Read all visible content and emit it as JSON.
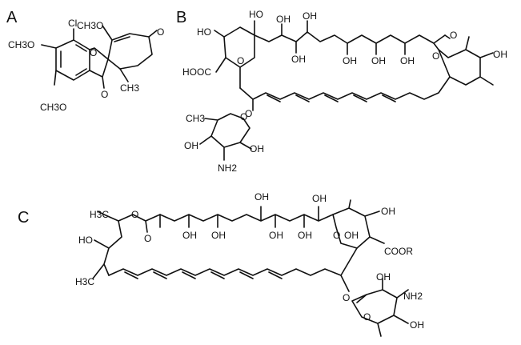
{
  "panels": {
    "a": {
      "letter": "A",
      "labels": {
        "cl": "Cl",
        "ch3o_top": "CH3O",
        "ch3o_left": "CH3O",
        "o_ring": "O",
        "o_ketone": "O",
        "o_keto_ring": "O",
        "ch3": "CH3",
        "ch3o_bottom": "CH3O"
      }
    },
    "b": {
      "letter": "B",
      "labels": {
        "ho_top1": "HO",
        "oh_top1": "OH",
        "oh_top2": "OH",
        "ho_left": "HO",
        "oh_mid1": "OH",
        "oh_mid2": "OH",
        "oh_mid3": "OH",
        "oh_mid4": "OH",
        "o_ester": "O",
        "o_ring": "O",
        "o_carbonyl": "O",
        "oh_right": "OH",
        "hooc": "HOOC",
        "ch3_sugar": "CH3",
        "o_sugar": "O",
        "o_link": "O",
        "oh_s1": "OH",
        "oh_s2": "OH",
        "nh2": "NH2"
      }
    },
    "c": {
      "letter": "C",
      "labels": {
        "h3c_top": "H3C",
        "o_ester": "O",
        "o_carbonyl": "O",
        "ho_left": "HO",
        "h3c_bot": "H3C",
        "oh_1": "OH",
        "oh_2": "OH",
        "oh_3": "OH",
        "oh_4": "OH",
        "oh_5": "OH",
        "oh_6": "OH",
        "oh_7": "OH",
        "o_ring": "O",
        "oh_ring": "OH",
        "coor": "COOR",
        "o_link": "O",
        "oh_s1": "OH",
        "nh2": "NH2",
        "o_sugar": "O",
        "oh_s2": "OH"
      }
    }
  }
}
